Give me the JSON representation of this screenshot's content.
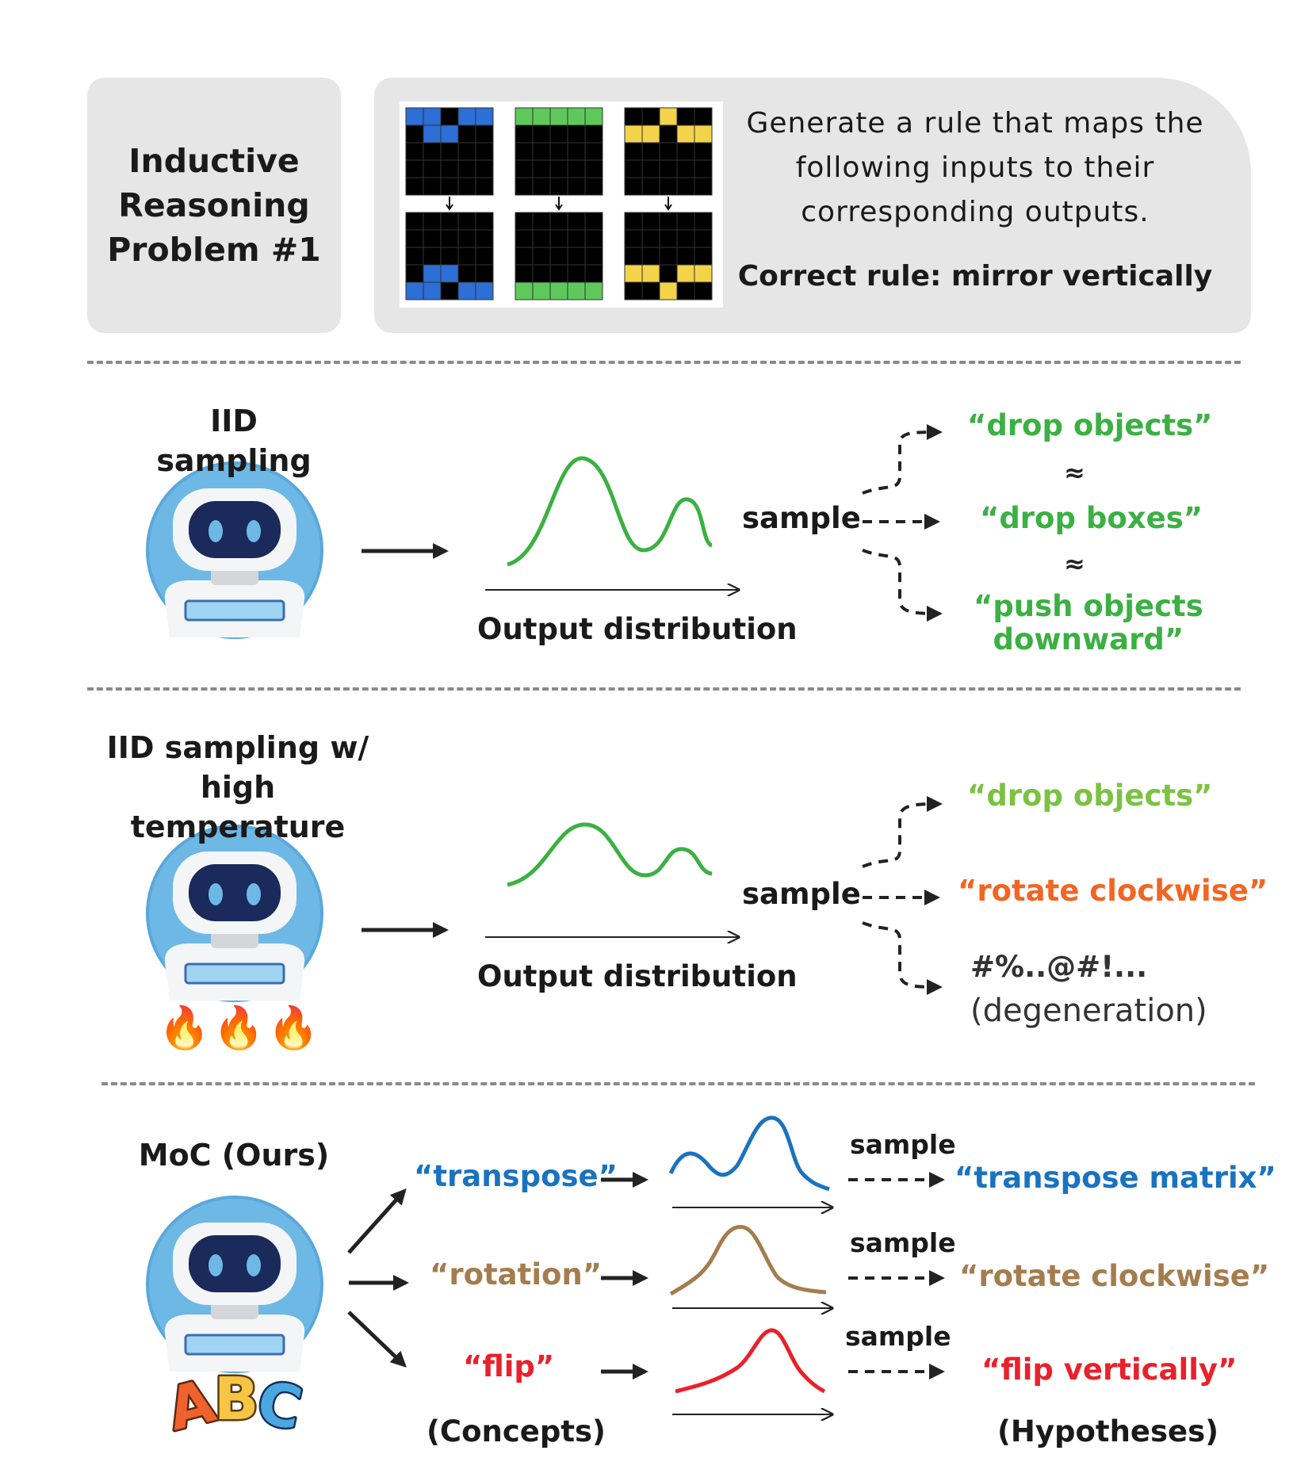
{
  "header": {
    "title_lines": [
      "Inductive",
      "Reasoning",
      "Problem #1"
    ],
    "task_lines": [
      "Generate a rule that maps the",
      "following inputs to their",
      "corresponding outputs."
    ],
    "correct_rule": "Correct rule: mirror vertically"
  },
  "colors": {
    "panel": "#e6e6e6",
    "green": "#3cb043",
    "light_green": "#7cc242",
    "orange": "#f26522",
    "blue": "#1a73c0",
    "brown": "#a47d4f",
    "red": "#e8212c",
    "grid_blue": "#2c6fd6",
    "grid_green": "#5ec95a",
    "grid_yellow": "#f3d34a"
  },
  "section_iid": {
    "title": "IID sampling",
    "sample_label": "sample",
    "distribution_label": "Output distribution",
    "outputs": [
      "“drop objects”",
      "“drop boxes”",
      "“push objects",
      "downward”"
    ],
    "approx_symbol": "≈"
  },
  "section_temp": {
    "title_lines": [
      "IID sampling w/",
      "high temperature"
    ],
    "sample_label": "sample",
    "distribution_label": "Output distribution",
    "outputs": [
      "“drop objects”",
      "“rotate clockwise”",
      "#%..@#!...",
      "(degeneration)"
    ],
    "fire_icons": "🔥🔥🔥"
  },
  "section_moc": {
    "title": "MoC (Ours)",
    "concepts": [
      "“transpose”",
      "“rotation”",
      "“flip”"
    ],
    "hypotheses": [
      "“transpose matrix”",
      "“rotate clockwise”",
      "“flip vertically”"
    ],
    "sample_labels": [
      "sample",
      "sample",
      "sample"
    ],
    "concepts_caption": "(Concepts)",
    "hypotheses_caption": "(Hypotheses)",
    "abc_text": "ABC"
  }
}
